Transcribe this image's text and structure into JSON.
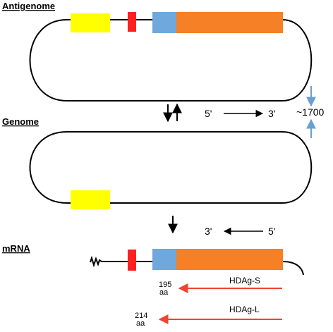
{
  "labels": {
    "antigenome": "Antigenome",
    "genome": "Genome",
    "mrna": "mRNA"
  },
  "annotations": {
    "dir_top_5": "5'",
    "dir_top_3": "3'",
    "dir_bot_3": "3'",
    "dir_bot_5": "5'",
    "length": "~1700"
  },
  "proteins": {
    "small": {
      "name": "HDAg-S",
      "length": "195",
      "unit": "aa"
    },
    "large": {
      "name": "HDAg-L",
      "length": "214",
      "unit": "aa"
    }
  },
  "colors": {
    "yellow": "#ffff00",
    "red": "#ff2020",
    "blue": "#6fa8dc",
    "orange": "#f58025",
    "blue_arrow": "#6a9fd4",
    "red_arrow": "#ee4433",
    "line": "#000000"
  }
}
